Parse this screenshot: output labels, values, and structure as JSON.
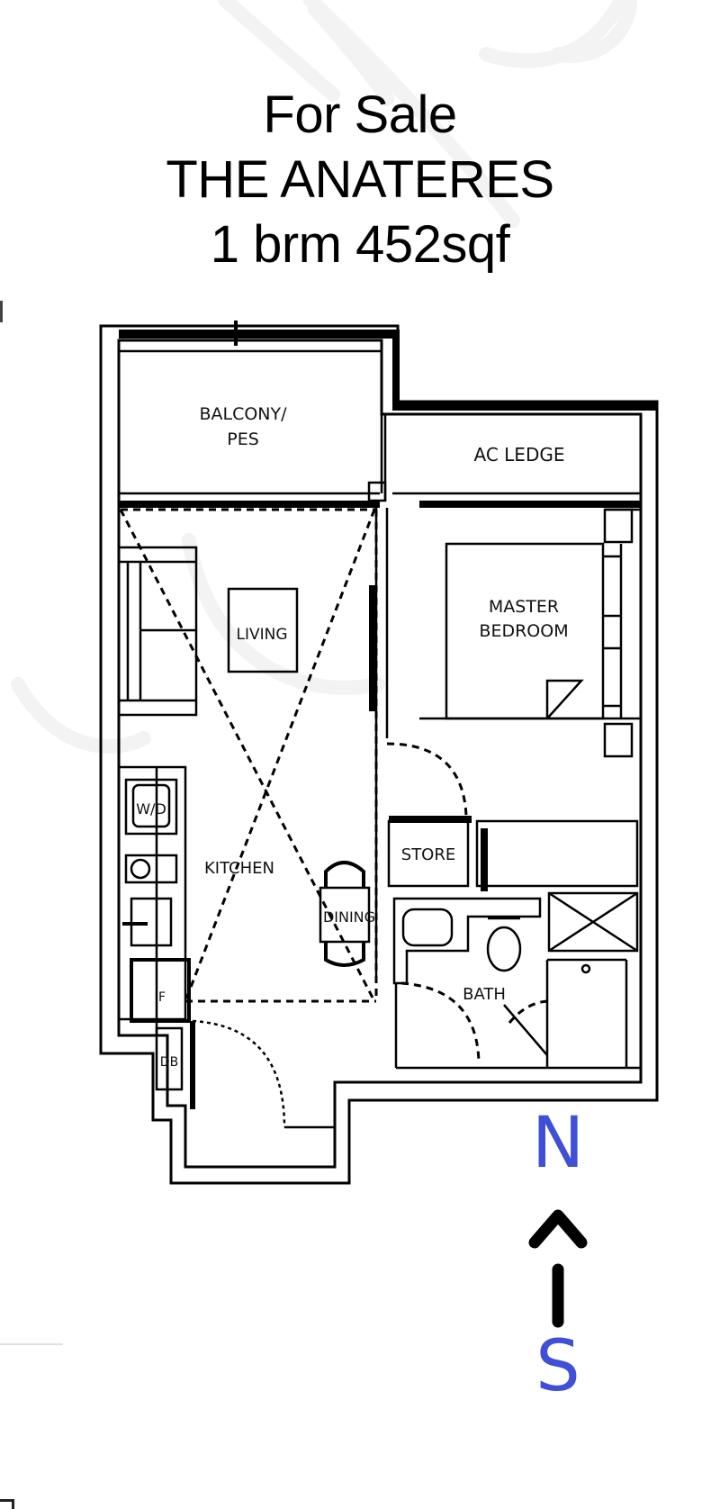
{
  "listing": {
    "status": "For Sale",
    "project_name": "THE ANATERES",
    "unit_summary": "1 brm 452sqf"
  },
  "floor_plan": {
    "rooms": {
      "balcony_line1": "BALCONY/",
      "balcony_line2": "PES",
      "ac_ledge": "AC LEDGE",
      "master_line1": "MASTER",
      "master_line2": "BEDROOM",
      "living": "LIVING",
      "kitchen": "KITCHEN",
      "dining": "DINING",
      "store": "STORE",
      "bath": "BATH"
    },
    "fixtures": {
      "washer": "W/D",
      "fridge": "F",
      "db": "DB"
    }
  },
  "compass": {
    "north": "N",
    "south": "S",
    "label_color": "#3F4FD6",
    "arrow_color": "#000000"
  }
}
